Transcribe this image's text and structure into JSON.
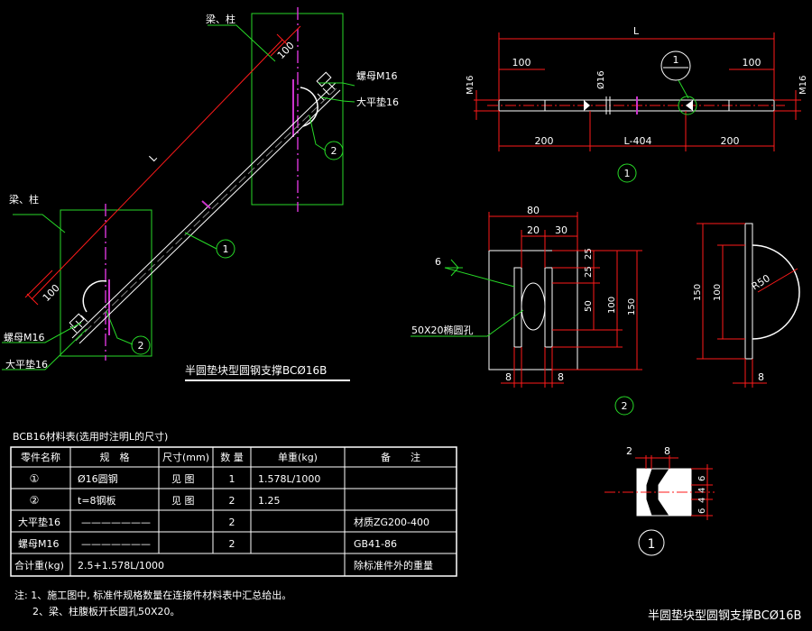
{
  "colors": {
    "background": "#000000",
    "text": "#ffffff",
    "dim": "#ff1a1a",
    "line": "#ffffff",
    "green": "#27d927",
    "magenta": "#cc33cc"
  },
  "main_view": {
    "label_beam_column_top": "梁、柱",
    "label_beam_column_left": "梁、柱",
    "dim_100_top": "100",
    "dim_100_bottom": "100",
    "dim_L": "L",
    "nut_top": "螺母M16",
    "washer_top": "大平垫16",
    "nut_bottom": "螺母M16",
    "washer_bottom": "大平垫16",
    "callout_1": "1",
    "callout_2_top": "2",
    "callout_2_bottom": "2",
    "title": "半圆垫块型圆钢支撑BCØ16B"
  },
  "rod_view": {
    "dim_L": "L",
    "dim_100_left": "100",
    "dim_100_right": "100",
    "dim_phi16": "Ø16",
    "m16_left": "M16",
    "m16_right": "M16",
    "dim_200_left": "200",
    "dim_L404": "L-404",
    "dim_200_right": "200",
    "section_symbol": "1",
    "caption": "1"
  },
  "plate_view": {
    "dim_80": "80",
    "dim_20": "20",
    "dim_30": "30",
    "dim_25": "25",
    "dim_50": "50",
    "dim_100": "100",
    "dim_150": "150",
    "weld": "6",
    "slot_label": "50X20椭圆孔",
    "dim_8_left": "8",
    "dim_8_right": "8",
    "caption": "2"
  },
  "side_view": {
    "dim_150": "150",
    "dim_100": "100",
    "radius": "R50",
    "dim_8": "8"
  },
  "detail_view": {
    "dim_2": "2",
    "dim_8": "8",
    "dim_6_top": "6",
    "dim_4": "4",
    "dim_4b": "4",
    "dim_6_bottom": "6",
    "caption": "1"
  },
  "material_table": {
    "title": "BCB16材料表(选用时注明L的尺寸)",
    "headers": [
      "零件名称",
      "规　格",
      "尺寸(mm)",
      "数 量",
      "单重(kg)",
      "备　　注"
    ],
    "rows": [
      [
        "①",
        "Ø16圆钢",
        "见 图",
        "1",
        "1.578L/1000",
        ""
      ],
      [
        "②",
        "t=8钢板",
        "见 图",
        "2",
        "1.25",
        ""
      ],
      [
        "大平垫16",
        "———————",
        "",
        "2",
        "",
        "材质ZG200-400"
      ],
      [
        "螺母M16",
        "———————",
        "",
        "2",
        "",
        "GB41-86"
      ]
    ],
    "total_label": "合计重(kg)",
    "total_value": "2.5+1.578L/1000",
    "total_note": "除标准件外的重量"
  },
  "notes": {
    "line1": "注: 1、施工图中, 标准件规格数量在连接件材料表中汇总给出。",
    "line2": "2、梁、柱腹板开长圆孔50X20。"
  },
  "footer_title": "半圆垫块型圆钢支撑BCØ16B"
}
